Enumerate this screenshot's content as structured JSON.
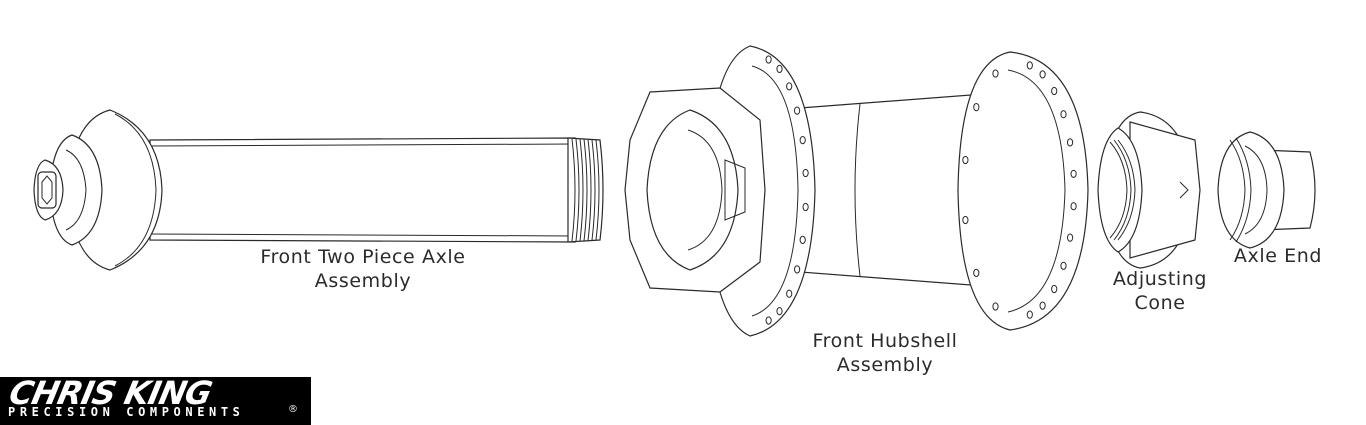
{
  "labels": {
    "axle_line1": "Front Two Piece Axle",
    "axle_line2": "Assembly",
    "hubshell_line1": "Front Hubshell",
    "hubshell_line2": "Assembly",
    "cone_line1": "Adjusting",
    "cone_line2": "Cone",
    "axle_end": "Axle End"
  },
  "logo": {
    "brand": "CHRIS KING",
    "tagline": "PRECISION COMPONENTS",
    "registered": "®"
  },
  "colors": {
    "line": "#2a2a2a",
    "background": "#ffffff",
    "logo_bg": "#000000"
  }
}
